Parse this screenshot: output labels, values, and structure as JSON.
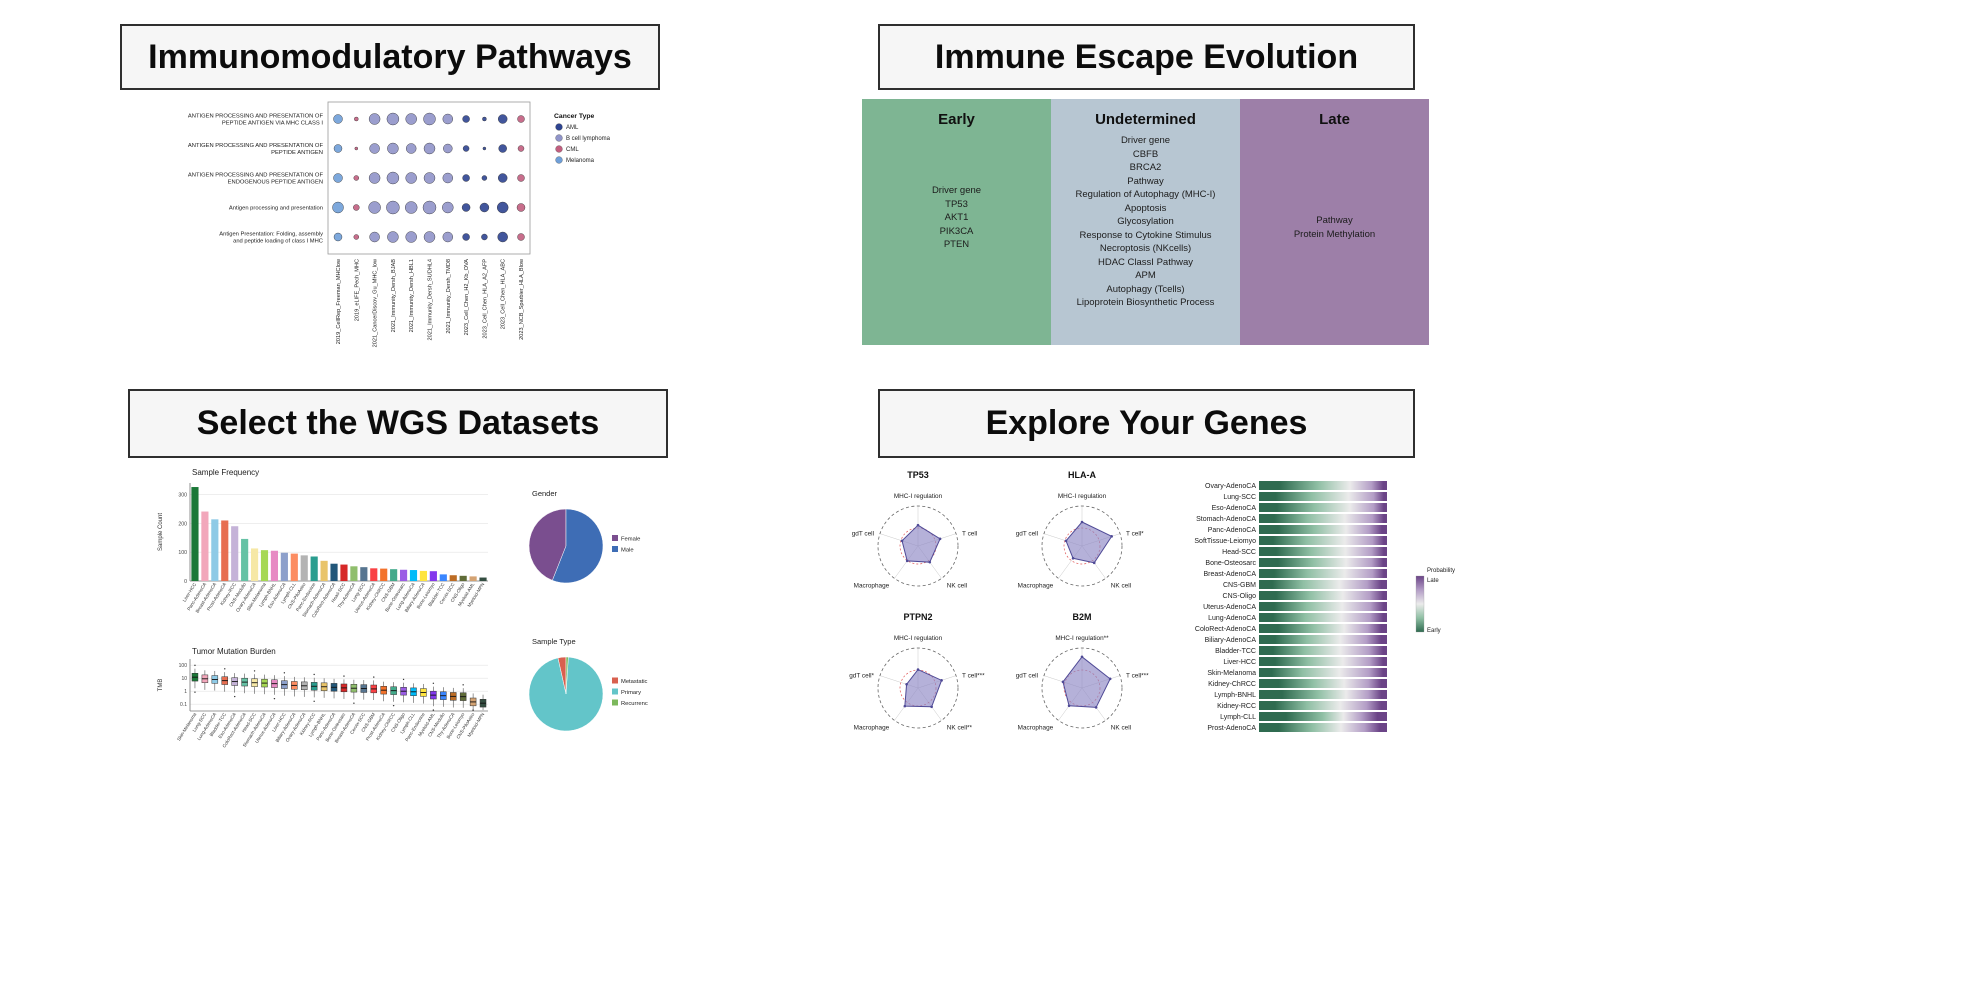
{
  "page": {
    "background": "#ffffff"
  },
  "panels": {
    "immunomodulatory": {
      "title": "Immunomodulatory Pathways",
      "chart_data": {
        "type": "scatter",
        "rows": [
          {
            "lines": [
              "ANTIGEN PROCESSING AND PRESENTATION OF",
              "PEPTIDE ANTIGEN VIA MHC CLASS I"
            ]
          },
          {
            "lines": [
              "ANTIGEN PROCESSING AND PRESENTATION OF",
              "PEPTIDE ANTIGEN"
            ]
          },
          {
            "lines": [
              "ANTIGEN PROCESSING AND PRESENTATION OF",
              "ENDOGENOUS PEPTIDE ANTIGEN"
            ]
          },
          {
            "lines": [
              "Antigen processing and presentation"
            ]
          },
          {
            "lines": [
              "Antigen Presentation: Folding, assembly",
              "and peptide loading of class I MHC"
            ]
          }
        ],
        "columns": [
          "2019_CellRep_Freeman_MHClow",
          "2019_eLIFE_Pech_MHC",
          "2021_CancerDiscov_Gu_MHC_low",
          "2021_Immunity_Dersh_BJAB",
          "2021_Immunity_Dersh_HBL1",
          "2021_Immunity_Dersh_SUDHL4",
          "2021_Immunity_Dersh_TMD8",
          "2023_Cell_Chen_H2_Kb_OVA",
          "2023_Cell_Chen_HLA_A2_AFP",
          "2023_Cell_Chen_HLA_ABC",
          "2023_NCB_Sparbier_HLA_Blow"
        ],
        "column_cancer_type": [
          "Melanoma",
          "CML",
          "B cell lymphoma",
          "B cell lymphoma",
          "B cell lymphoma",
          "B cell lymphoma",
          "B cell lymphoma",
          "AML",
          "AML",
          "AML",
          "CML"
        ],
        "dot_sizes": [
          [
            4.5,
            2,
            5.5,
            6,
            5.5,
            6,
            5,
            3.5,
            2,
            4.5,
            3.5
          ],
          [
            4,
            1.5,
            5,
            5.5,
            5,
            5.5,
            4.5,
            3,
            1.5,
            4,
            3
          ],
          [
            4.5,
            2.5,
            5.5,
            6,
            5.5,
            5.5,
            5,
            3.5,
            2.5,
            4.5,
            3.5
          ],
          [
            5.5,
            3,
            6,
            6.5,
            6,
            6.5,
            5.5,
            4,
            4.5,
            5.5,
            4
          ],
          [
            4,
            2.5,
            5,
            5.5,
            5.5,
            5.5,
            5,
            3.5,
            3,
            5,
            3.5
          ]
        ],
        "legend": {
          "title": "Cancer Type",
          "items": [
            {
              "label": "AML",
              "color": "#2e4491"
            },
            {
              "label": "B cell lymphoma",
              "color": "#9094c9"
            },
            {
              "label": "CML",
              "color": "#c25e7f"
            },
            {
              "label": "Melanoma",
              "color": "#6f9fd8"
            }
          ]
        }
      }
    },
    "evolution": {
      "title": "Immune Escape Evolution",
      "columns": [
        {
          "header": "Early",
          "color": "#7eb593",
          "items": [
            "Driver gene",
            "TP53",
            "AKT1",
            "PIK3CA",
            "PTEN"
          ]
        },
        {
          "header": "Undetermined",
          "color": "#b7c6d2",
          "items": [
            "Driver gene",
            "CBFB",
            "BRCA2",
            "Pathway",
            "Regulation of Autophagy (MHC-I)",
            "Apoptosis",
            "Glycosylation",
            "Response to Cytokine Stimulus",
            "Necroptosis (NKcells)",
            "HDAC ClassI Pathway",
            "APM",
            "Autophagy (Tcells)",
            "Lipoprotein Biosynthetic Process"
          ]
        },
        {
          "header": "Late",
          "color": "#9d7fa8",
          "items": [
            "Pathway",
            "Protein Methylation"
          ]
        }
      ]
    },
    "datasets": {
      "title": "Select the WGS Datasets",
      "palette": [
        "#1b7837",
        "#f2a7bb",
        "#8ecae6",
        "#e76f51",
        "#c5b3d8",
        "#66c2a5",
        "#f6e8a6",
        "#a6d854",
        "#e78ac3",
        "#8da0cb",
        "#fc8d62",
        "#b3b3b3",
        "#2a9d8f",
        "#e9c46a",
        "#22577a",
        "#d62828",
        "#90be6d",
        "#577590",
        "#f94144",
        "#f3722c",
        "#43aa8b",
        "#9b5de5",
        "#00bbf9",
        "#fee440",
        "#8338ec",
        "#3a86ff",
        "#bc6c25",
        "#606c38",
        "#d4a373",
        "#344e41"
      ],
      "sample_frequency": {
        "type": "bar",
        "title": "Sample Frequency",
        "ylabel": "Sample Count",
        "ymax": 340,
        "yticks": [
          0,
          100,
          200,
          300
        ],
        "categories": [
          "Liver-HCC",
          "Panc-AdenoCA",
          "Breast-AdenoCA",
          "Prost-AdenoCA",
          "Kidney-RCC",
          "CNS-Medullo",
          "Ovary-AdenoCA",
          "Skin-Melanoma",
          "Lymph-BNHL",
          "Eso-AdenoCA",
          "Lymph-CLL",
          "CNS-PiloAstro",
          "Panc-Endocrine",
          "Stomach-AdenoCA",
          "ColoRect-AdenoCA",
          "Head-SCC",
          "Thy-AdenoCA",
          "Lung-SCC",
          "Uterus-AdenoCA",
          "Kidney-ChRCC",
          "CNS-GBM",
          "Bone-Osteosarc",
          "Lung-AdenoCA",
          "Biliary-AdenoCA",
          "Bone-Leiomyo",
          "Bladder-TCC",
          "Cervix-SCC",
          "CNS-Oligo",
          "Myeloid-AML",
          "Myeloid-MPN"
        ],
        "values": [
          326,
          241,
          214,
          210,
          190,
          146,
          113,
          107,
          105,
          98,
          95,
          89,
          85,
          70,
          60,
          57,
          51,
          48,
          44,
          43,
          41,
          39,
          38,
          35,
          34,
          23,
          20,
          18,
          16,
          12
        ]
      },
      "gender_pie": {
        "type": "pie",
        "title": "Gender",
        "slices": [
          {
            "label": "Female",
            "value": 44,
            "color": "#7a4e8f"
          },
          {
            "label": "Male",
            "value": 56,
            "color": "#3e6db5"
          }
        ]
      },
      "tmb": {
        "type": "box",
        "title": "Tumor Mutation Burden",
        "ylabel": "TMB",
        "yticks": [
          0.1,
          1,
          10,
          100
        ],
        "categories": [
          "Skin-Melanoma",
          "Lung-SCC",
          "Lung-AdenoCA",
          "Bladder-TCC",
          "Eso-AdenoCA",
          "ColoRect-AdenoCA",
          "Head-SCC",
          "Stomach-AdenoCA",
          "Uterus-AdenoCA",
          "Liver-HCC",
          "Biliary-AdenoCA",
          "Ovary-AdenoCA",
          "Kidney-RCC",
          "Lymph-BNHL",
          "Panc-AdenoCA",
          "Bone-Osteosarc",
          "Breast-AdenoCA",
          "Cervix-SCC",
          "CNS-GBM",
          "Prost-AdenoCA",
          "Kidney-ChRCC",
          "CNS-Oligo",
          "Lymph-CLL",
          "Panc-Endocrine",
          "Myeloid-AML",
          "CNS-Medullo",
          "Thy-AdenoCA",
          "Bone-Leiomyo",
          "CNS-PiloAstro",
          "Myeloid-MPN"
        ],
        "medians": [
          12,
          9,
          8,
          6.5,
          5.5,
          5,
          4.5,
          4.2,
          3.8,
          3.2,
          2.8,
          2.6,
          2.4,
          2.2,
          2,
          1.8,
          1.7,
          1.6,
          1.5,
          1.2,
          1.1,
          1,
          0.9,
          0.8,
          0.5,
          0.45,
          0.4,
          0.38,
          0.15,
          0.12
        ]
      },
      "sample_type_pie": {
        "type": "pie",
        "title": "Sample Type",
        "slices": [
          {
            "label": "Metastatic",
            "value": 3.5,
            "color": "#d9604f"
          },
          {
            "label": "Primary",
            "value": 95.5,
            "color": "#63c5c9"
          },
          {
            "label": "Recurrence",
            "value": 1,
            "color": "#7cb85c"
          }
        ]
      }
    },
    "genes": {
      "title": "Explore Your Genes",
      "radar_style": {
        "fill": "#8d87c5",
        "stroke": "#4f4a96",
        "outer_circle": "#666666",
        "sig_circle": "#e05555",
        "sig_level": 0.45
      },
      "radars": [
        {
          "name": "TP53",
          "axes": [
            "MHC-I regulation",
            "T cell",
            "NK cell",
            "Macrophage",
            "gdT cell"
          ],
          "values": [
            0.52,
            0.58,
            0.5,
            0.46,
            0.42
          ]
        },
        {
          "name": "HLA-A",
          "axes": [
            "MHC-I regulation",
            "T cell*",
            "NK cell",
            "Macrophage",
            "gdT cell"
          ],
          "values": [
            0.6,
            0.78,
            0.52,
            0.38,
            0.42
          ]
        },
        {
          "name": "PTPN2",
          "axes": [
            "MHC-I regulation",
            "T cell***",
            "NK cell**",
            "Macrophage",
            "gdT cell*"
          ],
          "values": [
            0.46,
            0.62,
            0.58,
            0.56,
            0.3
          ]
        },
        {
          "name": "B2M",
          "axes": [
            "MHC-I regulation**",
            "T cell***",
            "NK cell",
            "Macrophage",
            "gdT cell"
          ],
          "values": [
            0.78,
            0.74,
            0.6,
            0.55,
            0.5
          ]
        }
      ],
      "probability_bars": {
        "type": "heatmap",
        "categories": [
          "Ovary-AdenoCA",
          "Lung-SCC",
          "Eso-AdenoCA",
          "Stomach-AdenoCA",
          "Panc-AdenoCA",
          "SoftTissue-Leiomyo",
          "Head-SCC",
          "Bone-Osteosarc",
          "Breast-AdenoCA",
          "CNS-GBM",
          "CNS-Oligo",
          "Uterus-AdenoCA",
          "Lung-AdenoCA",
          "ColoRect-AdenoCA",
          "Biliary-AdenoCA",
          "Bladder-TCC",
          "Liver-HCC",
          "Skin-Melanoma",
          "Kidney-ChRCC",
          "Lymph-BNHL",
          "Kidney-RCC",
          "Lymph-CLL",
          "Prost-AdenoCA"
        ],
        "profiles": [
          [
            0.32,
            0.28,
            0.22,
            0.12,
            0.06
          ],
          [
            0.26,
            0.3,
            0.28,
            0.11,
            0.05
          ],
          [
            0.28,
            0.3,
            0.26,
            0.11,
            0.05
          ],
          [
            0.24,
            0.28,
            0.3,
            0.13,
            0.05
          ],
          [
            0.3,
            0.26,
            0.24,
            0.12,
            0.08
          ],
          [
            0.22,
            0.3,
            0.3,
            0.13,
            0.05
          ],
          [
            0.27,
            0.27,
            0.27,
            0.14,
            0.05
          ],
          [
            0.3,
            0.24,
            0.28,
            0.12,
            0.06
          ],
          [
            0.24,
            0.28,
            0.3,
            0.13,
            0.05
          ],
          [
            0.21,
            0.27,
            0.3,
            0.13,
            0.09
          ],
          [
            0.27,
            0.25,
            0.27,
            0.15,
            0.06
          ],
          [
            0.24,
            0.27,
            0.28,
            0.16,
            0.05
          ],
          [
            0.22,
            0.28,
            0.29,
            0.15,
            0.06
          ],
          [
            0.3,
            0.24,
            0.25,
            0.12,
            0.09
          ],
          [
            0.25,
            0.25,
            0.27,
            0.14,
            0.09
          ],
          [
            0.22,
            0.27,
            0.29,
            0.16,
            0.06
          ],
          [
            0.25,
            0.27,
            0.27,
            0.15,
            0.06
          ],
          [
            0.2,
            0.28,
            0.3,
            0.16,
            0.06
          ],
          [
            0.31,
            0.22,
            0.27,
            0.11,
            0.09
          ],
          [
            0.36,
            0.2,
            0.24,
            0.11,
            0.09
          ],
          [
            0.25,
            0.25,
            0.27,
            0.14,
            0.09
          ],
          [
            0.42,
            0.15,
            0.18,
            0.1,
            0.15
          ],
          [
            0.31,
            0.21,
            0.24,
            0.13,
            0.11
          ]
        ],
        "segment_colors": [
          "#2f6b50",
          "#8fbfa4",
          "#ebebeb",
          "#b39dc6",
          "#6b4487"
        ],
        "legend": {
          "title": "Probability",
          "top_label": "Late",
          "bottom_label": "Early"
        }
      }
    }
  }
}
